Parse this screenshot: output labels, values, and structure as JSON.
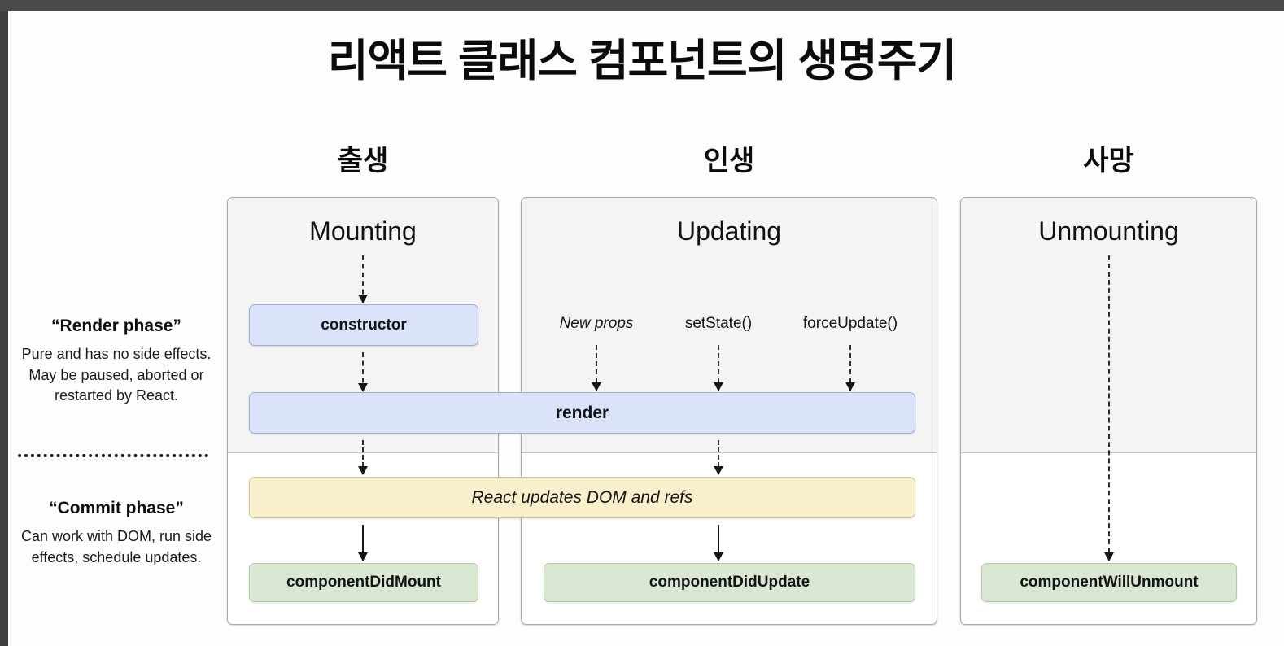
{
  "title": "리액트 클래스 컴포넌트의 생명주기",
  "columns": {
    "birth": {
      "korean": "출생",
      "phase": "Mounting"
    },
    "life": {
      "korean": "인생",
      "phase": "Updating"
    },
    "death": {
      "korean": "사망",
      "phase": "Unmounting"
    }
  },
  "nodes": {
    "constructor": "constructor",
    "render": "render",
    "dom_update": "React updates DOM and refs",
    "component_did_mount": "componentDidMount",
    "component_did_update": "componentDidUpdate",
    "component_will_unmount": "componentWillUnmount"
  },
  "triggers": {
    "new_props": "New props",
    "set_state": "setState()",
    "force_update": "forceUpdate()"
  },
  "sidebar": {
    "render_phase": {
      "title": "“Render phase”",
      "description": "Pure and has no side effects. May be paused, aborted or restarted by React."
    },
    "commit_phase": {
      "title": "“Commit phase”",
      "description": "Can work with DOM, run side effects, schedule updates."
    }
  },
  "colors": {
    "blue_node": "#dae3fa",
    "green_node": "#d9e7d3",
    "yellow_node": "#faefcc",
    "panel_bg": "#f4f4f4",
    "panel_border": "#a9a9a9",
    "topbar": "#4b4b4b"
  }
}
